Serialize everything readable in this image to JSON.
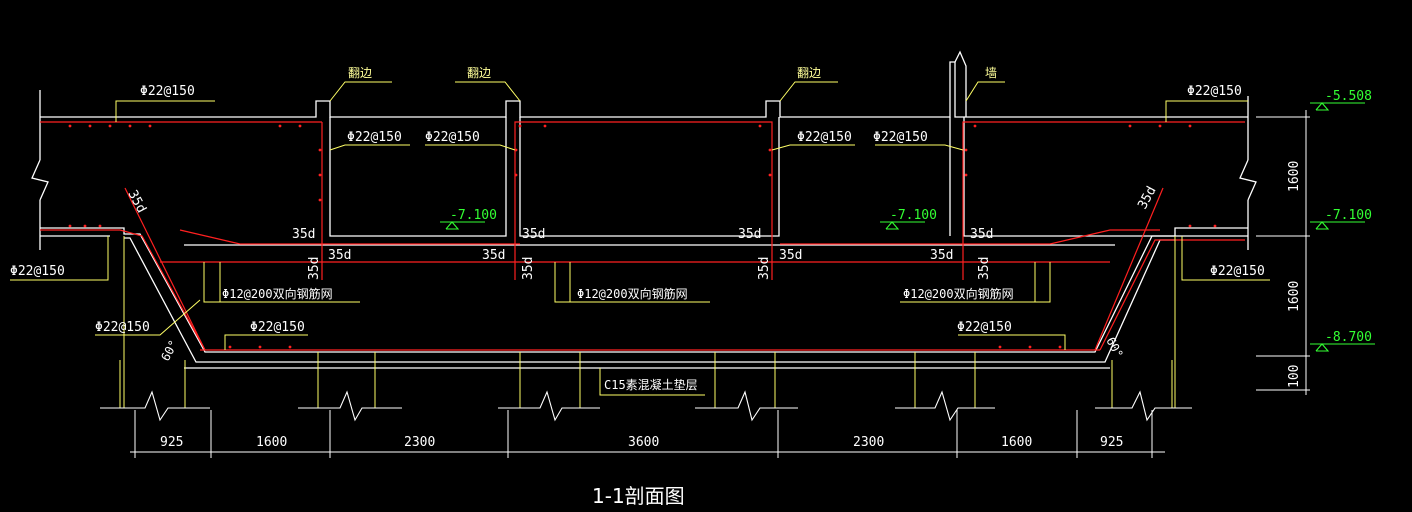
{
  "colors": {
    "background": "#000000",
    "concrete_outline": "#ffffff",
    "rebar": "#ff2020",
    "leader": "#ffff66",
    "elevation": "#33ff33"
  },
  "title": "1-1剖面图",
  "rebar_labels": {
    "top_left": "Φ22@150",
    "top_right": "Φ22@150",
    "wall_1_right": "Φ22@150",
    "wall_2_left": "Φ22@150",
    "wall_3_right": "Φ22@150",
    "wall_4_left": "Φ22@150",
    "left_side": "Φ22@150",
    "right_side": "Φ22@150",
    "slope_left": "Φ22@150",
    "bottom_left": "Φ22@150",
    "bottom_right": "Φ22@150",
    "mesh_left": "Φ12@200双向钢筋网",
    "mesh_center": "Φ12@200双向钢筋网",
    "mesh_right": "Φ12@200双向钢筋网"
  },
  "notes": {
    "upturn_1": "翻边",
    "upturn_2": "翻边",
    "upturn_3": "翻边",
    "wall": "墙",
    "cushion": "C15素混凝土垫层"
  },
  "anchorage": {
    "a1": "35d",
    "a2": "35d",
    "a3": "35d",
    "a4": "35d",
    "a5": "35d",
    "a6": "35d",
    "a7": "35d",
    "a8": "35d",
    "a9": "35d",
    "a10": "35d",
    "a11": "35d",
    "a12": "35d",
    "a13": "35d",
    "a14": "35d"
  },
  "angles": {
    "left": "60°",
    "right": "60°"
  },
  "elevations": {
    "top": "-5.508",
    "slab_left": "-7.100",
    "slab_right": "-7.100",
    "side_right": "-7.100",
    "bottom": "-8.700"
  },
  "vertical_dims": [
    "1600",
    "1600",
    "100"
  ],
  "horizontal_dims": [
    "925",
    "1600",
    "2300",
    "3600",
    "2300",
    "1600",
    "925"
  ]
}
